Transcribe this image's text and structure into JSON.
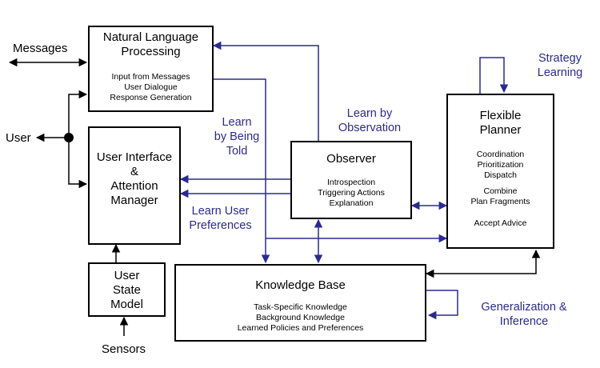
{
  "boxes": {
    "nlp": {
      "title": [
        "Natural Language",
        "Processing"
      ],
      "items": [
        "Input from Messages",
        "User Dialogue",
        "Response Generation"
      ]
    },
    "uiam": {
      "title": [
        "User Interface",
        "&",
        "Attention",
        "Manager"
      ]
    },
    "usm": {
      "title": [
        "User",
        "State",
        "Model"
      ]
    },
    "observer": {
      "title": "Observer",
      "items": [
        "Introspection",
        "Triggering Actions",
        "Explanation"
      ]
    },
    "planner": {
      "title": [
        "Flexible",
        "Planner"
      ],
      "items": [
        "Coordination",
        "Prioritization",
        "Dispatch",
        "",
        "Combine",
        "Plan Fragments",
        "",
        "Accept Advice"
      ]
    },
    "kb": {
      "title": "Knowledge Base",
      "items": [
        "Task-Specific Knowledge",
        "Background Knowledge",
        "Learned Policies and Preferences"
      ]
    }
  },
  "external": {
    "messages": "Messages",
    "user": "User",
    "sensors": "Sensors"
  },
  "edge_labels": {
    "learn_told": [
      "Learn",
      "by Being",
      "Told"
    ],
    "learn_observation": [
      "Learn by",
      "Observation"
    ],
    "learn_preferences": [
      "Learn User",
      "Preferences"
    ],
    "strategy_learning": [
      "Strategy",
      "Learning"
    ],
    "generalization": [
      "Generalization &",
      "Inference"
    ]
  },
  "colors": {
    "box_border": "#000000",
    "black_arrow": "#000000",
    "blue_arrow": "#2a2a90",
    "blue_text": "#2a2a90"
  }
}
